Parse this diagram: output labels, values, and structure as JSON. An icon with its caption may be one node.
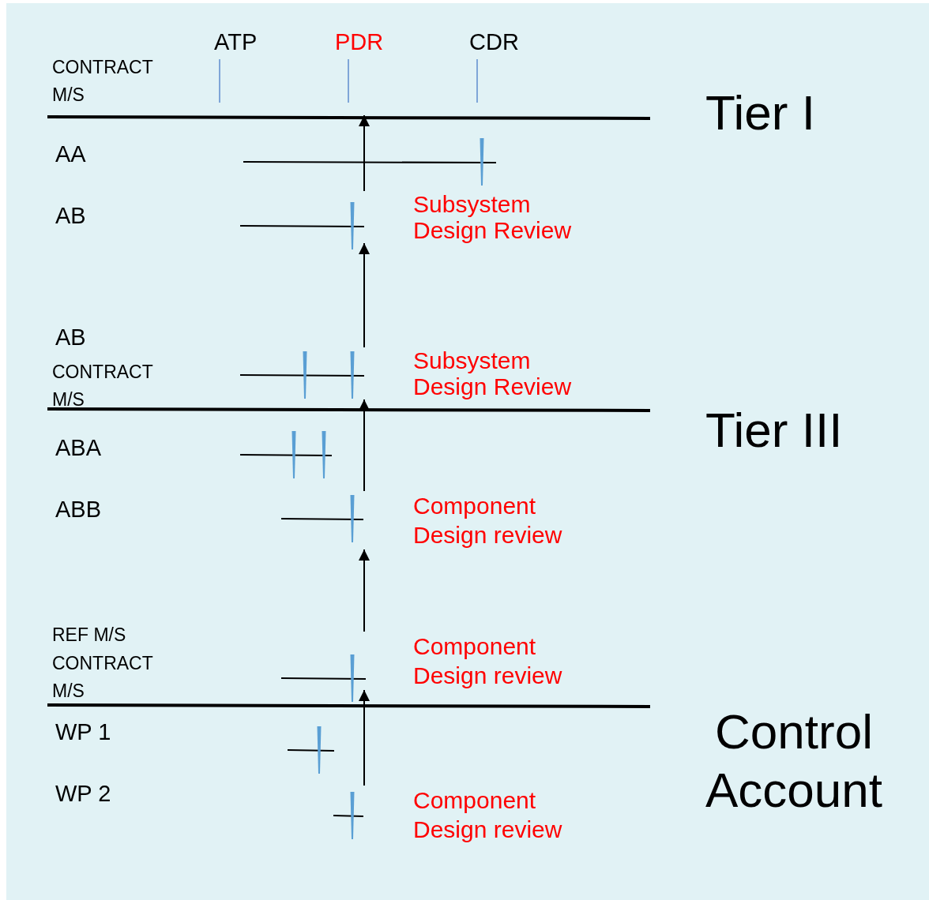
{
  "diagram": {
    "nodes": [
      {
        "text": [
          "PDR"
        ]
      },
      {
        "text": [
          "Subsystem Design Review"
        ]
      },
      {
        "text": [
          "Subsystem Design Review"
        ]
      },
      {
        "text": [
          "Component Design review"
        ]
      },
      {
        "text": [
          "Component Design review"
        ]
      },
      {
        "text": [
          "Component Design review"
        ]
      }
    ],
    "edges": [
      {
        "from": 1,
        "to": 0,
        "arrow": "to"
      },
      {
        "from": 2,
        "to": 1,
        "arrow": "to"
      },
      {
        "from": 3,
        "to": 2,
        "arrow": "to"
      },
      {
        "from": 4,
        "to": 3,
        "arrow": "to"
      },
      {
        "from": 5,
        "to": 4,
        "arrow": "to"
      }
    ],
    "labels": [
      "CONTRACT M/S",
      "ATP",
      "CDR",
      "Tier I",
      "AA",
      "AB",
      "AB",
      "CONTRACT M/S",
      "Tier III",
      "ABA",
      "ABB",
      "REF M/S",
      "CONTRACT M/S",
      "Control Account",
      "WP 1",
      "WP 2"
    ]
  }
}
